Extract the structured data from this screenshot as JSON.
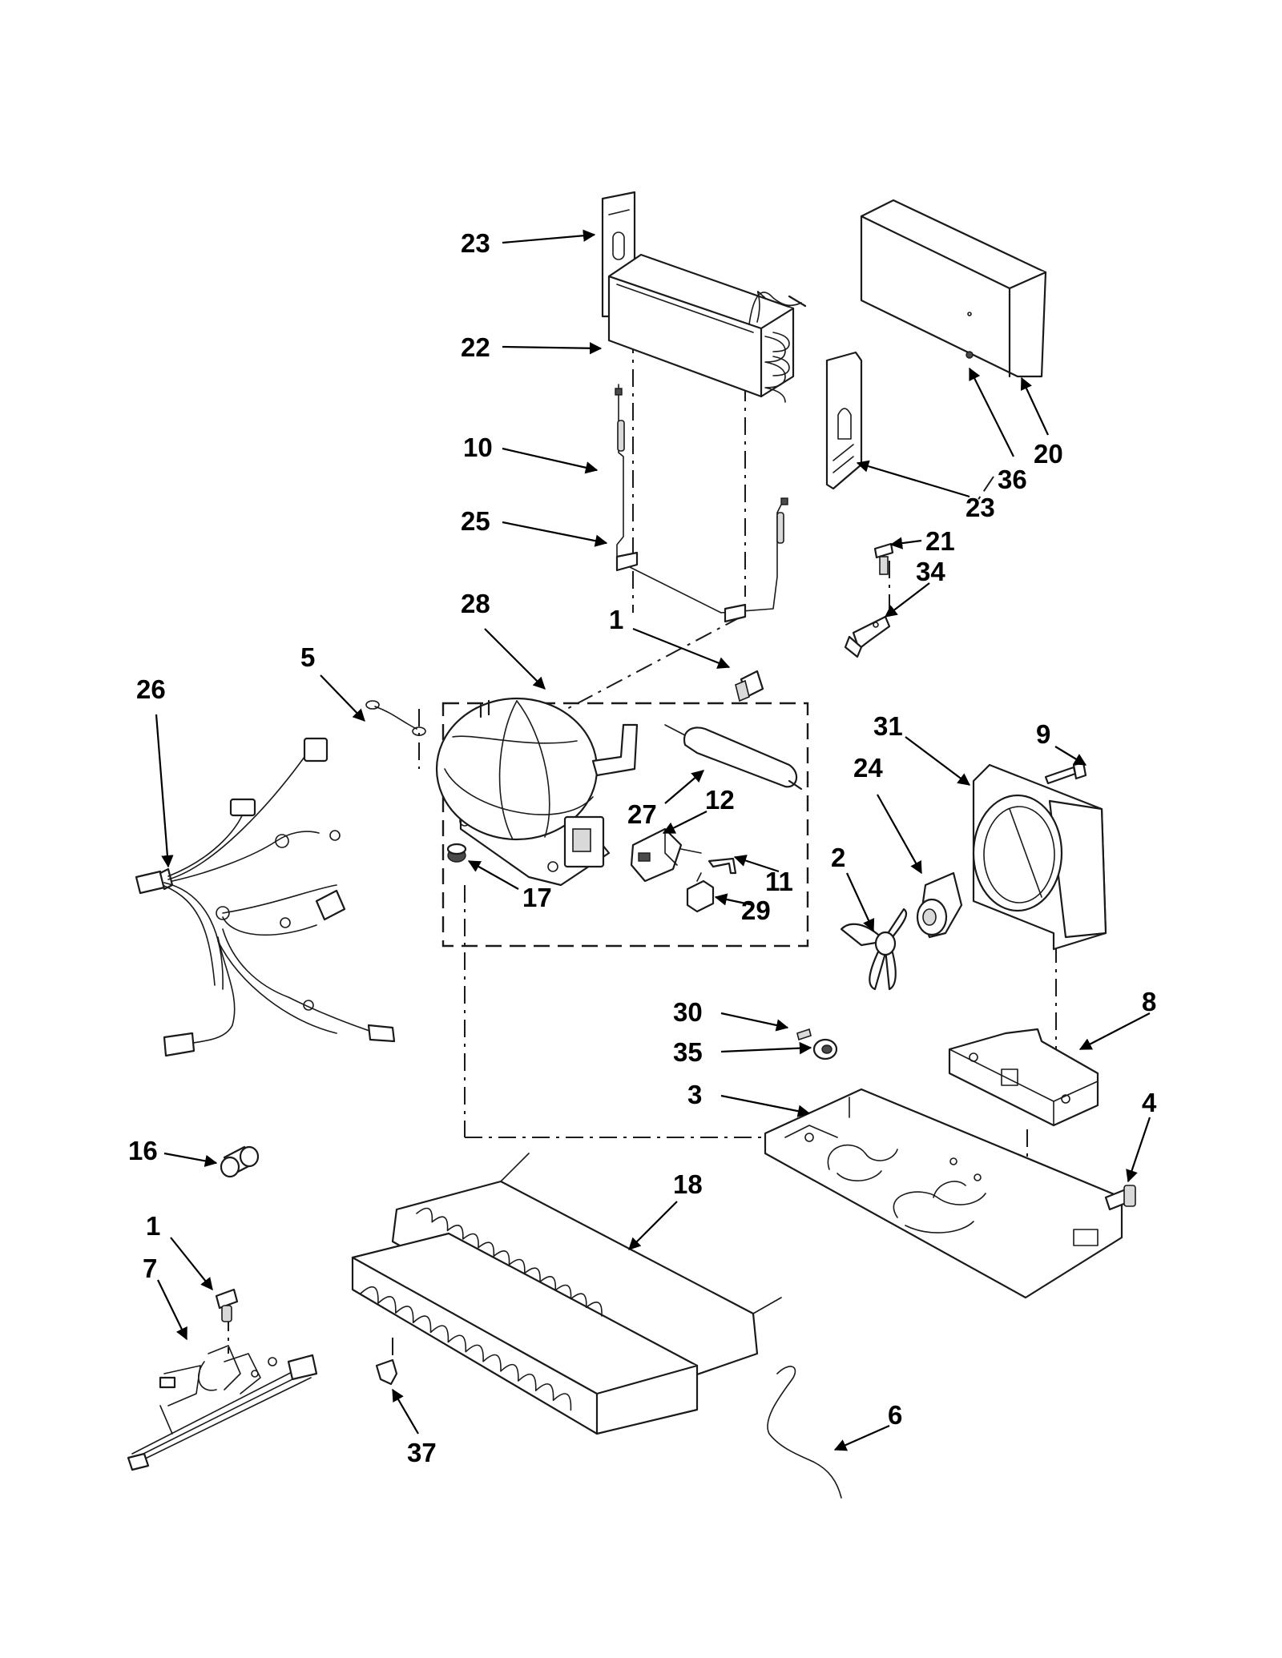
{
  "callouts": [
    {
      "id": "c23a",
      "label": "23"
    },
    {
      "id": "c22",
      "label": "22"
    },
    {
      "id": "c10",
      "label": "10"
    },
    {
      "id": "c25",
      "label": "25"
    },
    {
      "id": "c20",
      "label": "20"
    },
    {
      "id": "c36",
      "label": "36"
    },
    {
      "id": "c23b",
      "label": "23"
    },
    {
      "id": "c21",
      "label": "21"
    },
    {
      "id": "c34",
      "label": "34"
    },
    {
      "id": "c28",
      "label": "28"
    },
    {
      "id": "c1a",
      "label": "1"
    },
    {
      "id": "c5",
      "label": "5"
    },
    {
      "id": "c26",
      "label": "26"
    },
    {
      "id": "c27",
      "label": "27"
    },
    {
      "id": "c12",
      "label": "12"
    },
    {
      "id": "c11",
      "label": "11"
    },
    {
      "id": "c17",
      "label": "17"
    },
    {
      "id": "c29",
      "label": "29"
    },
    {
      "id": "c31",
      "label": "31"
    },
    {
      "id": "c24",
      "label": "24"
    },
    {
      "id": "c9",
      "label": "9"
    },
    {
      "id": "c2",
      "label": "2"
    },
    {
      "id": "c30",
      "label": "30"
    },
    {
      "id": "c35",
      "label": "35"
    },
    {
      "id": "c8",
      "label": "8"
    },
    {
      "id": "c3",
      "label": "3"
    },
    {
      "id": "c4",
      "label": "4"
    },
    {
      "id": "c16",
      "label": "16"
    },
    {
      "id": "c18",
      "label": "18"
    },
    {
      "id": "c1b",
      "label": "1"
    },
    {
      "id": "c7",
      "label": "7"
    },
    {
      "id": "c37",
      "label": "37"
    },
    {
      "id": "c6",
      "label": "6"
    }
  ]
}
